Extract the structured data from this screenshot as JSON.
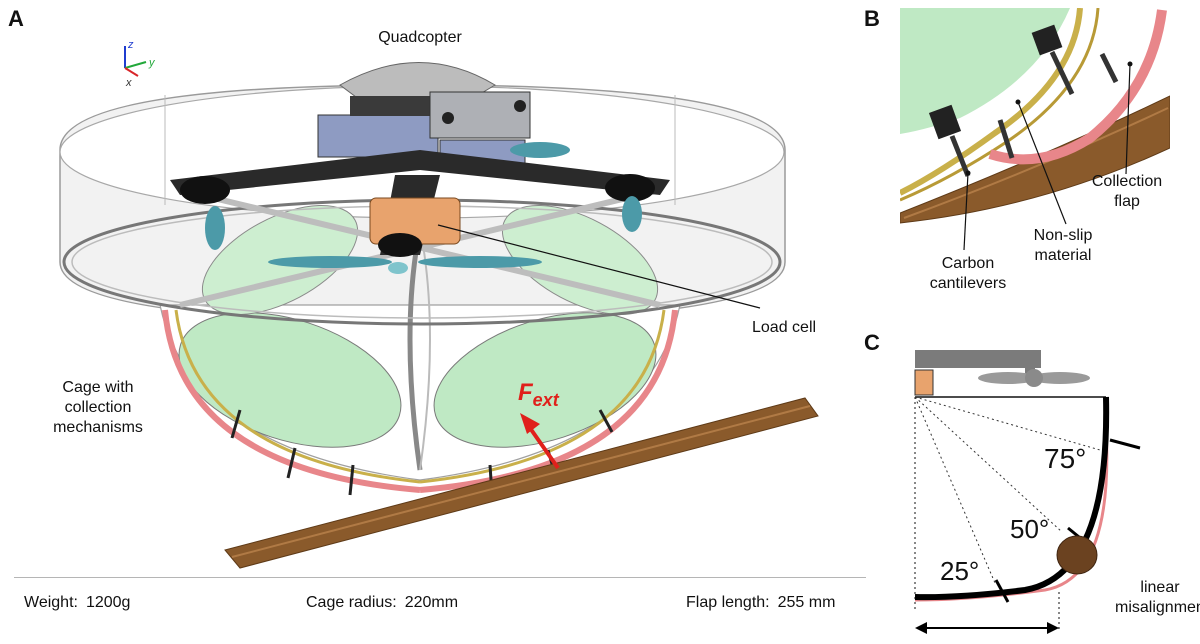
{
  "panels": {
    "a": {
      "letter": "A"
    },
    "b": {
      "letter": "B"
    },
    "c": {
      "letter": "C"
    }
  },
  "axes_triad": {
    "z": "z",
    "y": "y",
    "x": "x"
  },
  "labels": {
    "quadcopter": "Quadcopter",
    "load_cell": "Load cell",
    "cage": [
      "Cage with",
      "collection",
      "mechanisms"
    ],
    "force": {
      "symbol": "F",
      "subscript": "ext"
    },
    "collection_flap": [
      "Collection",
      "flap"
    ],
    "non_slip": [
      "Non-slip",
      "material"
    ],
    "carbon": [
      "Carbon",
      "cantilevers"
    ],
    "linear_misalignment": [
      "linear",
      "misalignment"
    ]
  },
  "angles": [
    "75°",
    "50°",
    "25°"
  ],
  "specs": {
    "weight": {
      "label": "Weight:",
      "value": "1200g"
    },
    "cage_radius": {
      "label": "Cage radius:",
      "value": "220mm"
    },
    "flap_length": {
      "label": "Flap length:",
      "value": "255 mm"
    }
  },
  "colors": {
    "force_arrow": "#e0201b",
    "branch": "#8a5a2b",
    "cage_membrane": "#bfe9c4",
    "collection_flap": "#e8868a",
    "non_slip": "#c9b04a",
    "motor_cap": "#7fc4cc",
    "load_cell": "#e8a36d"
  }
}
